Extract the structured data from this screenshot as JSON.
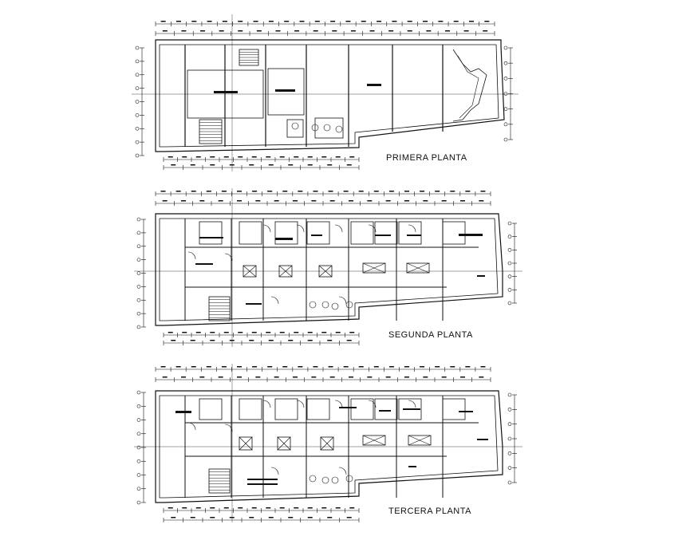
{
  "plans": [
    {
      "id": "primera",
      "label": "PRIMERA PLANTA"
    },
    {
      "id": "segunda",
      "label": "SEGUNDA PLANTA"
    },
    {
      "id": "tercera",
      "label": "TERCERA PLANTA"
    }
  ],
  "colors": {
    "line": "#111111",
    "background": "#ffffff"
  }
}
